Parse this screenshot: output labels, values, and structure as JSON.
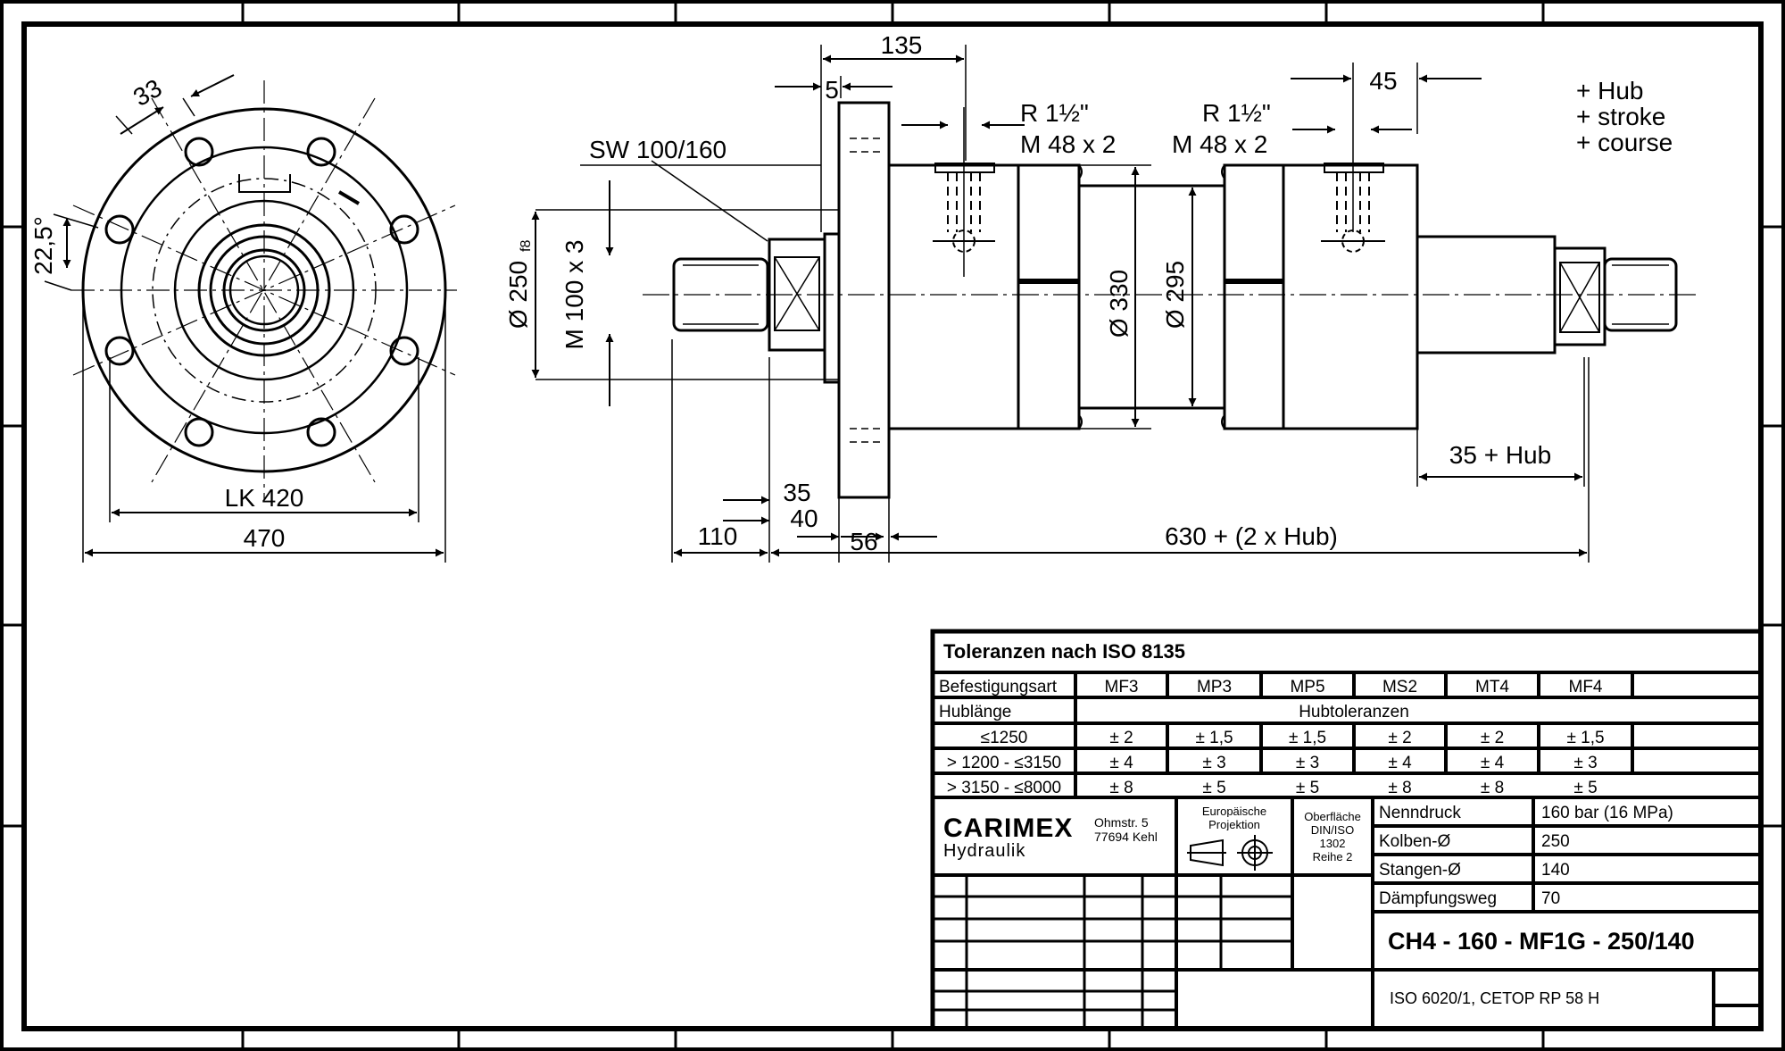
{
  "drawing": {
    "front_view": {
      "dim_bolt_spacing": "33",
      "dim_angle": "22,5°",
      "dim_bolt_circle": "LK 420",
      "dim_flange_dia": "470"
    },
    "side_view": {
      "dim_flange_to_port": "135",
      "dim_flange_thickness": "5",
      "dim_port_offset": "45",
      "port_left_thread_r": "R 1½\"",
      "port_left_thread_m": "M 48 x 2",
      "port_right_thread_r": "R 1½\"",
      "port_right_thread_m": "M 48 x 2",
      "wrench_size": "SW 100/160",
      "dia_pilot_base": "Ø 250",
      "dia_pilot_tol": "f8",
      "rod_thread": "M 100 x 3",
      "dia_body": "Ø 330",
      "dia_tube": "Ø 295",
      "dim_35": "35",
      "dim_40": "40",
      "dim_110": "110",
      "dim_56": "56",
      "dim_total_length": "630 + (2 x Hub)",
      "dim_rear_rod": "35 + Hub",
      "stroke_note": [
        "+ Hub",
        "+ stroke",
        "+ course"
      ]
    }
  },
  "title_block": {
    "tolerance_title": "Toleranzen nach ISO 8135",
    "mounting_label": "Befestigungsart",
    "mounting_types": [
      "MF3",
      "MP3",
      "MP5",
      "MS2",
      "MT4",
      "MF4",
      ""
    ],
    "stroke_length_label": "Hublänge",
    "stroke_tolerances_label": "Hubtoleranzen",
    "tolerance_rows": [
      {
        "range": "≤1250",
        "values": [
          "± 2",
          "± 1,5",
          "± 1,5",
          "± 2",
          "± 2",
          "± 1,5",
          ""
        ]
      },
      {
        "range": "> 1200 - ≤3150",
        "values": [
          "± 4",
          "± 3",
          "± 3",
          "± 4",
          "± 4",
          "± 3",
          ""
        ]
      },
      {
        "range": "> 3150 - ≤8000",
        "values": [
          "± 8",
          "± 5",
          "± 5",
          "± 8",
          "± 8",
          "± 5",
          ""
        ]
      }
    ],
    "company_name": "CARIMEX",
    "company_sub": "Hydraulik",
    "street": "Ohmstr. 5",
    "city": "77694 Kehl",
    "projection_line1": "Europäische",
    "projection_line2": "Projektion",
    "surface_lines": [
      "Oberfläche",
      "DIN/ISO",
      "1302",
      "Reihe 2"
    ],
    "specs": [
      {
        "label": "Nenndruck",
        "value": "160 bar (16 MPa)"
      },
      {
        "label": "Kolben-Ø",
        "value": "250"
      },
      {
        "label": "Stangen-Ø",
        "value": "140"
      },
      {
        "label": "Dämpfungsweg",
        "value": "70"
      }
    ],
    "part_number": "CH4 - 160 - MF1G - 250/140",
    "standard": "ISO 6020/1, CETOP RP 58 H"
  }
}
